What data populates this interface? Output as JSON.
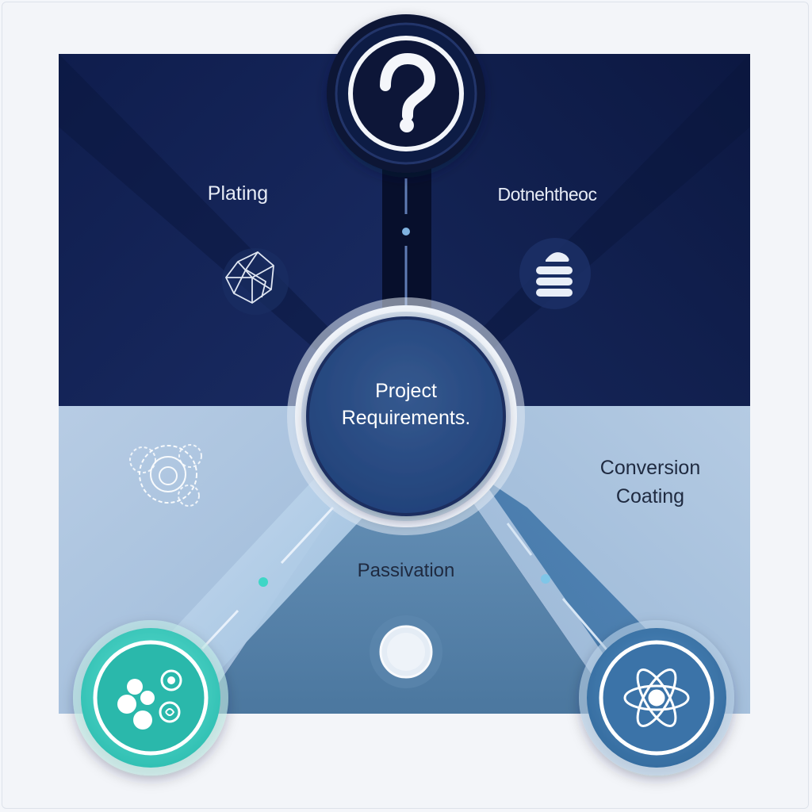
{
  "diagram": {
    "center_node": {
      "line1": "Project",
      "line2": "Requirements."
    },
    "top_node": {
      "icon": "question-mark-icon",
      "glyph": "?"
    },
    "quadrants": {
      "top_left": {
        "label": "Plating",
        "icon": "crystal-icon"
      },
      "top_right": {
        "label": "Dotnehtheoc",
        "icon": "stacked-coins-icon"
      },
      "bottom_left": {
        "icon": "gear-cluster-icon"
      },
      "bottom_center": {
        "label": "Passivation",
        "icon": "round-button-icon"
      },
      "bottom_right": {
        "line1": "Conversion",
        "line2": "Coating"
      }
    },
    "bottom_left_node": {
      "icon": "molecules-icon"
    },
    "bottom_right_node": {
      "icon": "atom-icon"
    },
    "colors": {
      "navy_dark": "#0d1a45",
      "navy_mid": "#152659",
      "light_blue": "#a9c3de",
      "steel_blue": "#5a86ad",
      "center_fill": "#2a4c82",
      "teal": "#3fd0c2",
      "blue_node": "#3f79ad"
    }
  }
}
